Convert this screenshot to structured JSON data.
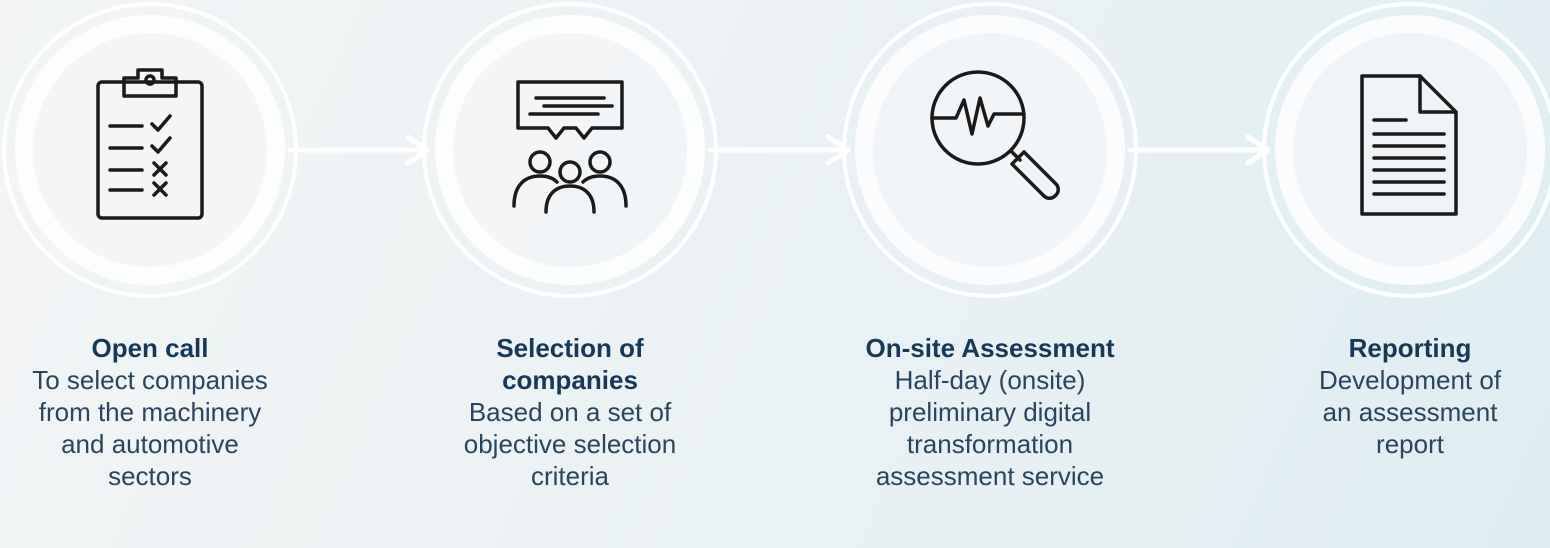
{
  "steps": [
    {
      "title": "Open call",
      "description_lines": [
        "To select companies",
        "from the machinery",
        "and automotive",
        "sectors"
      ],
      "icon": "clipboard-checklist-icon"
    },
    {
      "title_lines": [
        "Selection of",
        "companies"
      ],
      "description_lines": [
        "Based on a set of",
        "objective selection",
        "criteria"
      ],
      "icon": "discussion-group-icon"
    },
    {
      "title": "On-site Assessment",
      "description_lines": [
        "Half-day (onsite)",
        "preliminary digital",
        "transformation",
        "assessment service"
      ],
      "icon": "magnifier-pulse-icon"
    },
    {
      "title": "Reporting",
      "description_lines": [
        "Development of",
        "an assessment",
        "report"
      ],
      "icon": "document-icon"
    }
  ],
  "colors": {
    "title": "#16395a",
    "text": "#2a4560",
    "ring": "#ffffff",
    "icon_stroke": "#1a1a1a"
  }
}
